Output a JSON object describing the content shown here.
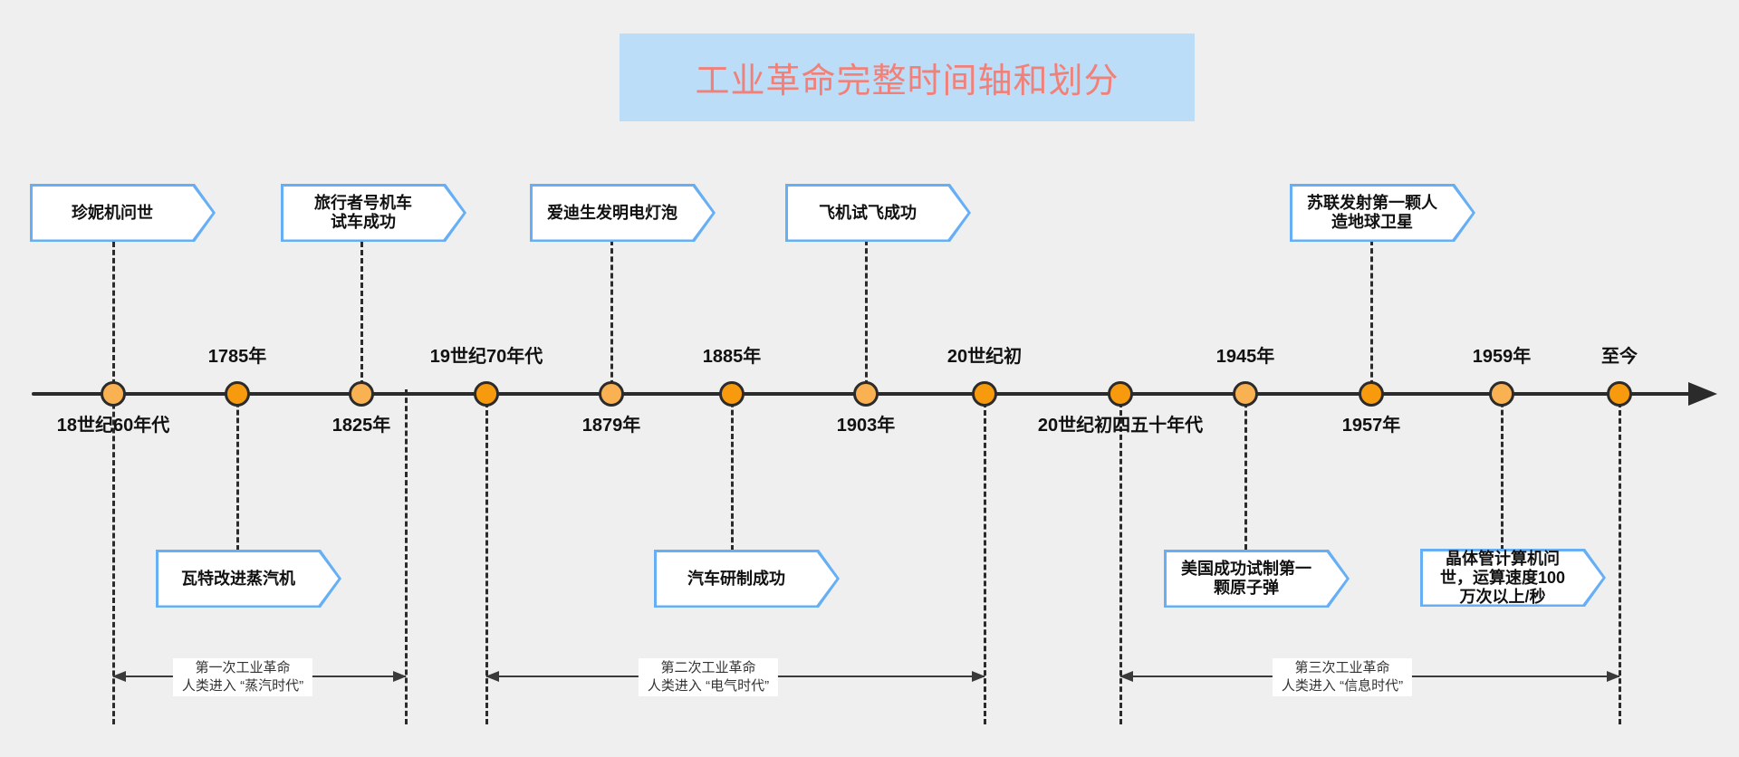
{
  "title": "工业革命完整时间轴和划分",
  "timeline": {
    "nodes": [
      {
        "label": "18世纪60年代",
        "position": "below",
        "tone": "light"
      },
      {
        "label": "1785年",
        "position": "above",
        "tone": "dark"
      },
      {
        "label": "1825年",
        "position": "below",
        "tone": "light"
      },
      {
        "label": "19世纪70年代",
        "position": "above",
        "tone": "dark"
      },
      {
        "label": "1879年",
        "position": "below",
        "tone": "light"
      },
      {
        "label": "1885年",
        "position": "above",
        "tone": "dark"
      },
      {
        "label": "1903年",
        "position": "below",
        "tone": "light"
      },
      {
        "label": "20世纪初",
        "position": "above",
        "tone": "dark"
      },
      {
        "label": "20世纪初四五十年代",
        "position": "below",
        "tone": "dark"
      },
      {
        "label": "1945年",
        "position": "above",
        "tone": "light"
      },
      {
        "label": "1957年",
        "position": "below",
        "tone": "dark"
      },
      {
        "label": "1959年",
        "position": "above",
        "tone": "light"
      },
      {
        "label": "至今",
        "position": "above",
        "tone": "dark"
      }
    ]
  },
  "events": {
    "above": [
      {
        "label": "珍妮机问世"
      },
      {
        "label": "旅行者号机车\n试车成功"
      },
      {
        "label": "爱迪生发明电灯泡"
      },
      {
        "label": "飞机试飞成功"
      },
      {
        "label": "苏联发射第一颗人\n造地球卫星"
      }
    ],
    "below": [
      {
        "label": "瓦特改进蒸汽机"
      },
      {
        "label": "汽车研制成功"
      },
      {
        "label": "美国成功试制第一\n颗原子弹"
      },
      {
        "label": "晶体管计算机问\n世，运算速度100\n万次以上/秒"
      }
    ]
  },
  "periods": [
    {
      "label": "第一次工业革命\n人类进入 “蒸汽时代”"
    },
    {
      "label": "第二次工业革命\n人类进入 “电气时代”"
    },
    {
      "label": "第三次工业革命\n人类进入 “信息时代”"
    }
  ],
  "colors": {
    "background": "#EFEFEF",
    "title_bg": "#BCDDF8",
    "title_text": "#F08078",
    "axis": "#2B2B2B",
    "node_fill_dark": "#F89A0D",
    "node_fill_light": "#FAB152",
    "node_border": "#2B2B2B",
    "event_border": "#66AFF4",
    "event_fill": "#FFFFFF",
    "period_color": "#3A3A3A"
  }
}
